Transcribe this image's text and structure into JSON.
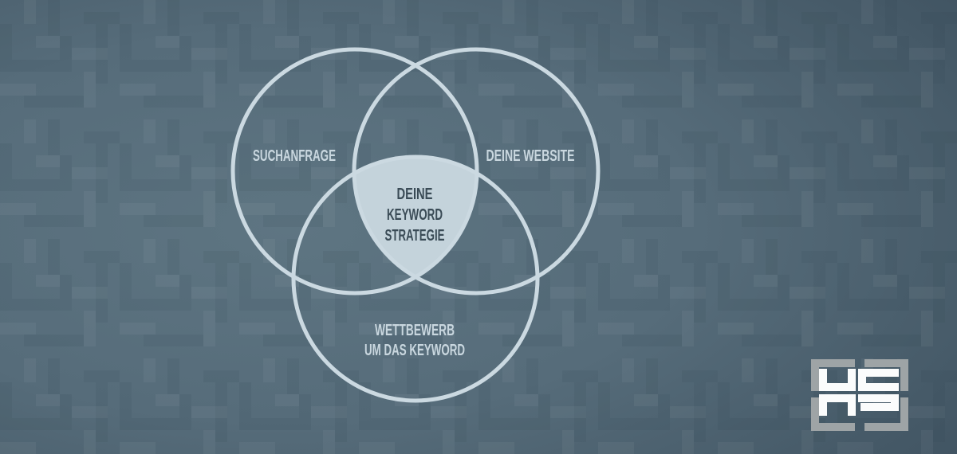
{
  "venn": {
    "set_labels": {
      "search_query": "SUCHANFRAGE",
      "website": "DEINE WEBSITE",
      "competition_line1": "WETTBEWERB",
      "competition_line2": "UM DAS KEYWORD"
    },
    "center_label": {
      "line1": "DEINE",
      "line2": "KEYWORD",
      "line3": "STRATEGIE"
    },
    "colors": {
      "circle_stroke": "#CBD9E1",
      "center_fill": "#C4D3DB",
      "center_text": "#3A4B56",
      "label_text": "#C9D7DF"
    }
  },
  "background": {
    "highlight_color": "#5E7582",
    "mid_color": "#566C7A",
    "edge_color": "#3D505E"
  },
  "logo": {
    "monogram": "HS",
    "frame_color": "#9EA4A6",
    "glyph_color": "#FBFCFC"
  }
}
